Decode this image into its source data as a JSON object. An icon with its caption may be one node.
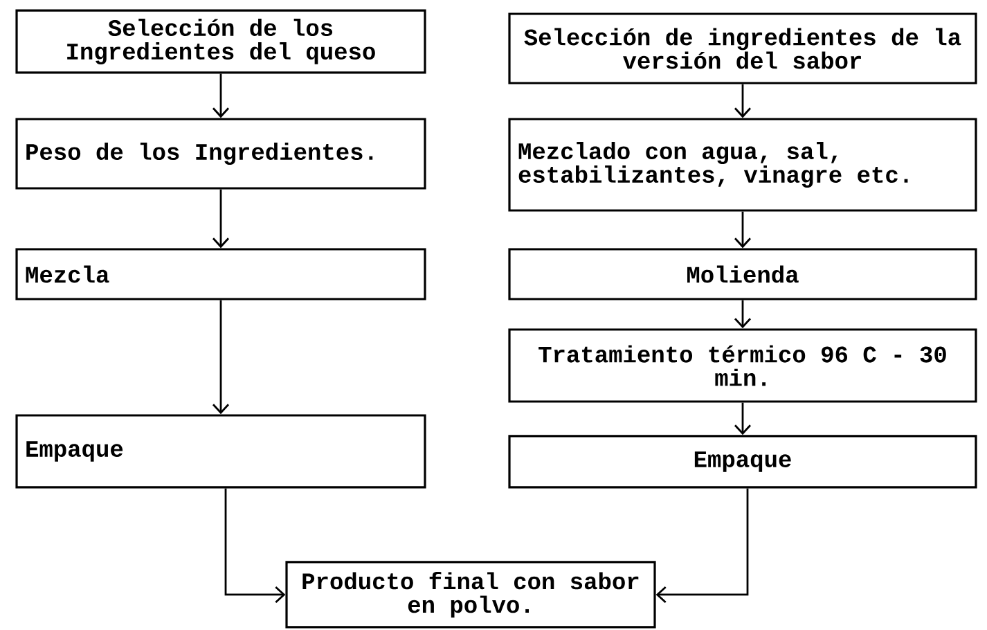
{
  "diagram": {
    "nodes": [
      {
        "text": [
          "Selección de los Ingredientes del queso"
        ]
      },
      {
        "text": [
          "Peso de los Ingredientes."
        ]
      },
      {
        "text": [
          "Mezcla"
        ]
      },
      {
        "text": [
          "Empaque"
        ]
      },
      {
        "text": [
          "Selección de ingredientes de la versión del sabor"
        ]
      },
      {
        "text": [
          "Mezclado con agua, sal, estabilizantes, vinagre etc."
        ]
      },
      {
        "text": [
          "Molienda"
        ]
      },
      {
        "text": [
          "Tratamiento térmico 96 C - 30 min."
        ]
      },
      {
        "text": [
          "Empaque"
        ]
      },
      {
        "text": [
          "Producto final con sabor en polvo."
        ]
      }
    ],
    "edges": [
      {
        "from": 0,
        "to": 1,
        "arrow": "to"
      },
      {
        "from": 1,
        "to": 2,
        "arrow": "to"
      },
      {
        "from": 2,
        "to": 3,
        "arrow": "to"
      },
      {
        "from": 4,
        "to": 5,
        "arrow": "to"
      },
      {
        "from": 5,
        "to": 6,
        "arrow": "to"
      },
      {
        "from": 6,
        "to": 7,
        "arrow": "to"
      },
      {
        "from": 7,
        "to": 8,
        "arrow": "to"
      },
      {
        "from": 3,
        "to": 9,
        "arrow": "to"
      },
      {
        "from": 8,
        "to": 9,
        "arrow": "to"
      }
    ]
  }
}
